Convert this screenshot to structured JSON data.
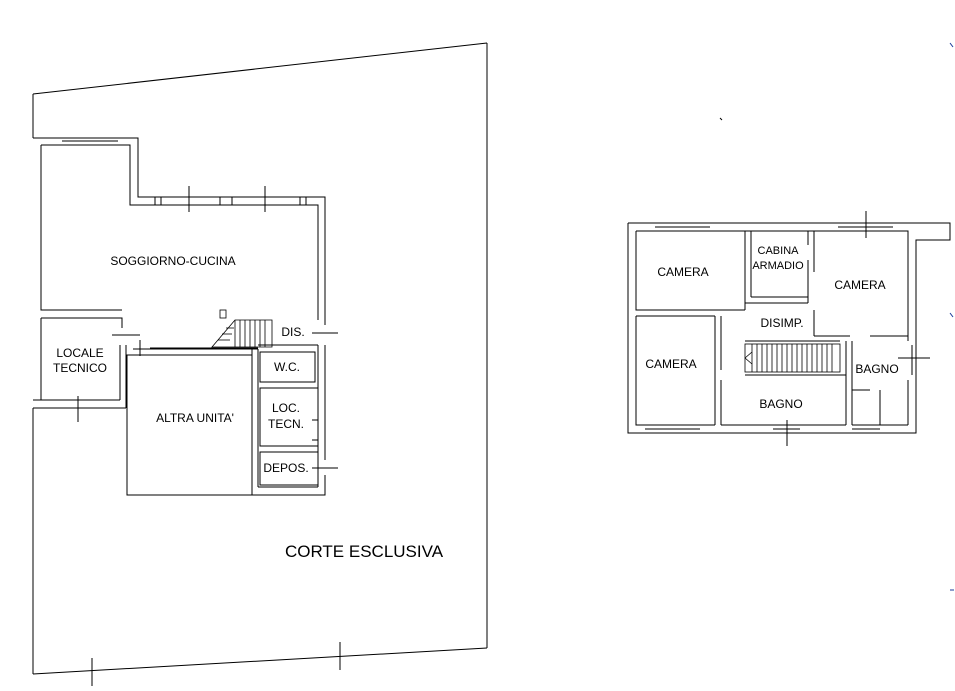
{
  "ground_floor": {
    "rooms": {
      "soggiorno": "SOGGIORNO-CUCINA",
      "locale_tecnico_1": "LOCALE",
      "locale_tecnico_2": "TECNICO",
      "altra_unita": "ALTRA UNITA'",
      "dis": "DIS.",
      "wc": "W.C.",
      "loc_tecn_1": "LOC.",
      "loc_tecn_2": "TECN.",
      "depos": "DEPOS."
    },
    "courtyard": "CORTE ESCLUSIVA"
  },
  "first_floor": {
    "rooms": {
      "camera_top_left": "CAMERA",
      "cabina_1": "CABINA",
      "cabina_2": "ARMADIO",
      "camera_top_right": "CAMERA",
      "disimp": "DISIMP.",
      "camera_bottom_left": "CAMERA",
      "bagno_small": "BAGNO",
      "bagno_large": "BAGNO"
    }
  }
}
